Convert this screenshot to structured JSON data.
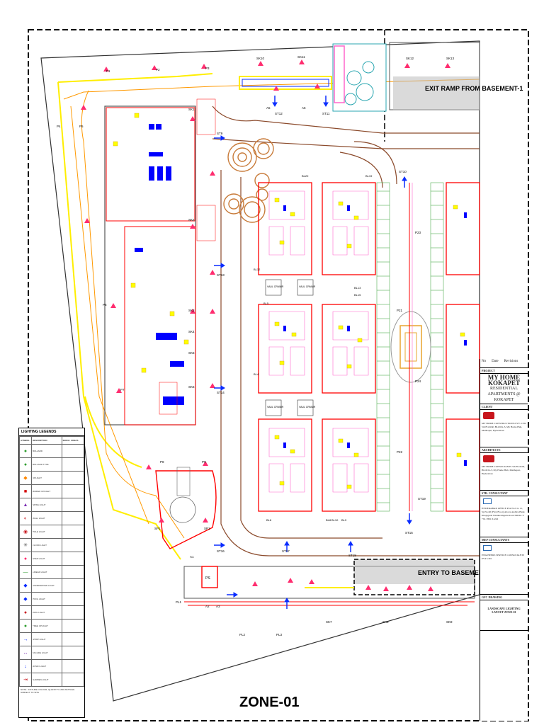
{
  "colors": {
    "building": "#ff0000",
    "walkway": "#ffff00",
    "road": "#8b4a2b",
    "lamp": "#ff2d6f",
    "arrow": "#0a2cff",
    "green": "#2f9e2f",
    "pink": "#ff66cc",
    "furniture": "#0000ff"
  },
  "drawing": {
    "exit_ramp_label": "EXIT RAMP FROM BASEMENT-1",
    "entry_label": "ENTRY TO BASEMENT",
    "zone_label": "ZONE-01",
    "ps_label": "PS",
    "vaul_labels": [
      "VAUL CRMMR",
      "VAUL CRMMR",
      "VAUL CRMMR",
      "VAUL CRMMR"
    ],
    "hatch_labels": [
      "BL20",
      "BL19",
      "BL12",
      "BL13",
      "BL15",
      "BL6",
      "BL8",
      "BL9",
      "BL10",
      "BL4",
      "BL5"
    ],
    "tags": [
      {
        "t": "P1"
      },
      {
        "t": "P2"
      },
      {
        "t": "P3"
      },
      {
        "t": "P4"
      },
      {
        "t": "P5"
      },
      {
        "t": "P6"
      },
      {
        "t": "P7"
      },
      {
        "t": "P8"
      },
      {
        "t": "P9"
      },
      {
        "t": "SK1"
      },
      {
        "t": "SK2"
      },
      {
        "t": "SK3"
      },
      {
        "t": "SK4"
      },
      {
        "t": "SK5"
      },
      {
        "t": "SK6"
      },
      {
        "t": "SK7"
      },
      {
        "t": "SK8"
      },
      {
        "t": "SK9"
      },
      {
        "t": "SK10"
      },
      {
        "t": "SK11"
      },
      {
        "t": "SK12"
      },
      {
        "t": "SK13"
      },
      {
        "t": "ST9"
      },
      {
        "t": "ST10"
      },
      {
        "t": "ST11"
      },
      {
        "t": "ST12"
      },
      {
        "t": "ST13"
      },
      {
        "t": "ST14"
      },
      {
        "t": "ST15"
      },
      {
        "t": "ST16"
      },
      {
        "t": "ST17"
      },
      {
        "t": "ST18"
      },
      {
        "t": "ST19"
      },
      {
        "t": "A1"
      },
      {
        "t": "A2"
      },
      {
        "t": "A3"
      },
      {
        "t": "A5"
      },
      {
        "t": "A6"
      },
      {
        "t": "SP1"
      },
      {
        "t": "SP1"
      },
      {
        "t": "PL1"
      },
      {
        "t": "PL2"
      },
      {
        "t": "PL3"
      },
      {
        "t": "P21"
      },
      {
        "t": "P22"
      },
      {
        "t": "P23"
      },
      {
        "t": "P24"
      }
    ]
  },
  "legend": {
    "title": "LIGHTING LEGENDS",
    "columns": [
      "SYMBOL",
      "DESCRIPTION",
      "MAKE / ZONAS"
    ],
    "rows": [
      {
        "sym": "●",
        "desc": "BOLLARD"
      },
      {
        "sym": "●",
        "desc": "BOLLARD TYPE"
      },
      {
        "sym": "◆",
        "desc": "UPLIGHT"
      },
      {
        "sym": "■",
        "desc": "BURIED UPLIGHT"
      },
      {
        "sym": "▲",
        "desc": "SPIKE LIGHT"
      },
      {
        "sym": "◐",
        "desc": "WALL LIGHT"
      },
      {
        "sym": "◉",
        "desc": "POLE LIGHT"
      },
      {
        "sym": "✳",
        "desc": "FLOOD LIGHT"
      },
      {
        "sym": "●",
        "desc": "STEP LIGHT"
      },
      {
        "sym": "—",
        "desc": "LINEAR LIGHT"
      },
      {
        "sym": "◆",
        "desc": "UNDERWATER LIGHT"
      },
      {
        "sym": "◆",
        "desc": "POOL LIGHT"
      },
      {
        "sym": "●",
        "desc": "PATH LIGHT"
      },
      {
        "sym": "●",
        "desc": "TREE UPLIGHT"
      },
      {
        "sym": "→",
        "desc": "STRIP LIGHT"
      },
      {
        "sym": "↔",
        "desc": "FACADE LIGHT"
      },
      {
        "sym": "↓",
        "desc": "DOWN LIGHT"
      },
      {
        "sym": "⇥",
        "desc": "GARDEN LIGHT"
      }
    ],
    "note": "NOTE : FIXTURE COLOUR, QUANTITY AND WATTAGE SUBJECT TO SITE"
  },
  "title_block": {
    "revision_header": [
      "No",
      "Date",
      "Revisions"
    ],
    "project_label": "PROJECT",
    "project_name": "MY HOME KOKAPET",
    "project_sub": "RESIDENTIAL APARTMENTS @ KOKAPET",
    "client_label": "CLIENT",
    "client_text": "MY HOME CONSTRUCTIONS PVT. LTD. 5th FLOOR, BLOCK-3, My Home Hub, Madhapur, Hyderabad.",
    "architect_label": "ARCHITECTS",
    "architect_text": "MY HOME CONSULTANTS 5th FLOOR, BLOCK-3, My Home Hub, Madhapur, Hyderabad.",
    "str_label": "STR. CONSULTANT",
    "office_text": "HYDERABAD OFFICE Plot No 6 to 11, Sy.No:40 (First Floor) Above Andhra Bank Khajaguda Nanakramguda Road INDIA T: +91-7801 61222",
    "mep_label": "MEP CONSULTANTS",
    "mep_text": "ENGINEERS SERVICE CONSULTANTS PVT LTD",
    "gfc_label": "GFC DRAWING",
    "drawing_title": "LANDSCAPE LIGHTING LAYOUT ZONE-01"
  }
}
